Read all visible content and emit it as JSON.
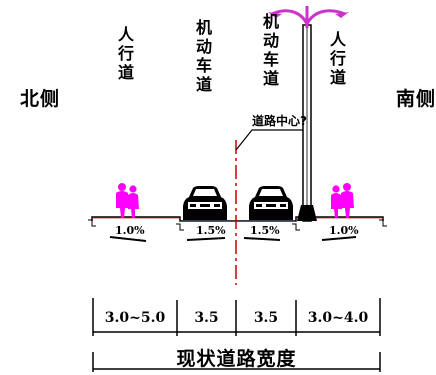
{
  "north_side": "北侧",
  "south_side": "南侧",
  "lanes": [
    {
      "label": "人行道"
    },
    {
      "label": "机动车道"
    },
    {
      "label": "机动车道"
    },
    {
      "label": "人行道"
    }
  ],
  "centerline_label": "道路中心?",
  "slopes": [
    "1.0%",
    "1.5%",
    "1.5%",
    "1.0%"
  ],
  "widths": [
    "3.0~5.0",
    "3.5",
    "3.5",
    "3.0~4.0"
  ],
  "total_label": "现状道路宽度",
  "colors": {
    "line": "#000000",
    "centerline": "#cc0000",
    "pedestrian": "#ff00ff",
    "lamp_top": "#cc33cc",
    "roadline": "#cc2222"
  }
}
